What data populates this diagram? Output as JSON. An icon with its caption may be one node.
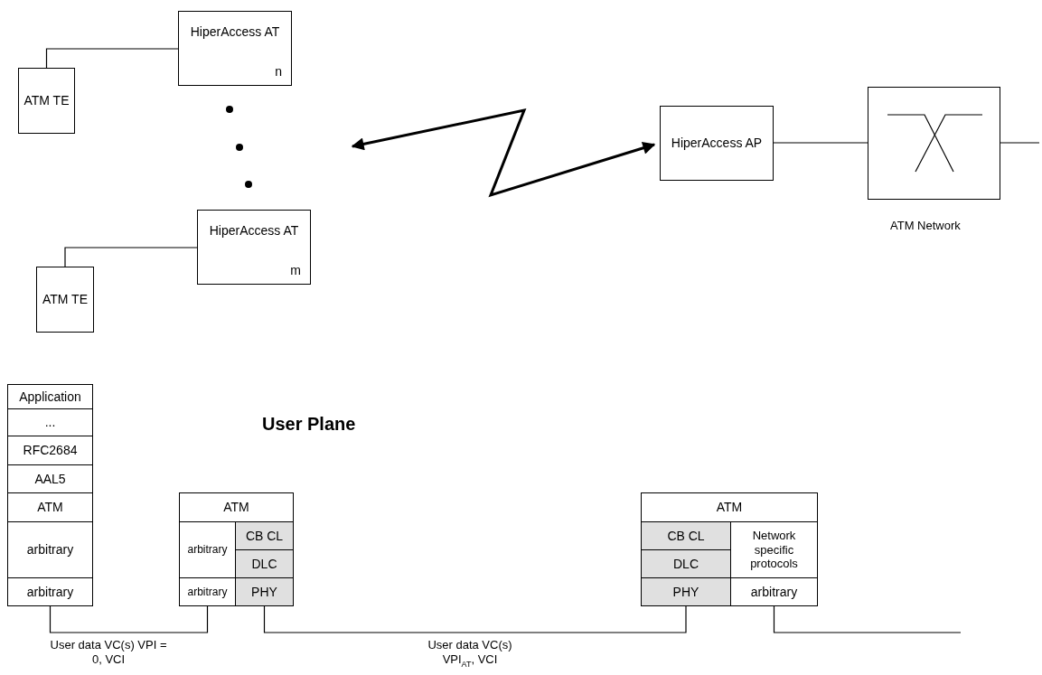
{
  "diagram": {
    "title": "User Plane",
    "nodes": [
      {
        "text": [
          "HiperAccess AT",
          "n"
        ]
      },
      {
        "text": [
          "ATM TE"
        ]
      },
      {
        "text": [
          "HiperAccess AT",
          "m"
        ]
      },
      {
        "text": [
          "ATM TE"
        ]
      },
      {
        "text": [
          "HiperAccess AP"
        ]
      },
      {
        "text": [],
        "shape": "box",
        "beside": [
          "ATM Network"
        ]
      },
      {
        "text": [
          "Application"
        ]
      },
      {
        "text": [
          "..."
        ]
      },
      {
        "text": [
          "RFC2684"
        ]
      },
      {
        "text": [
          "AAL5"
        ]
      },
      {
        "text": [
          "ATM"
        ]
      },
      {
        "text": [
          "arbitrary"
        ]
      },
      {
        "text": [
          "arbitrary"
        ]
      },
      {
        "text": [
          "ATM"
        ]
      },
      {
        "text": [
          "arbitrary"
        ]
      },
      {
        "text": [
          "CB CL"
        ]
      },
      {
        "text": [
          "DLC"
        ]
      },
      {
        "text": [
          "arbitrary"
        ]
      },
      {
        "text": [
          "PHY"
        ]
      },
      {
        "text": [
          "ATM"
        ]
      },
      {
        "text": [
          "CB CL"
        ]
      },
      {
        "text": [
          "Network specific protocols"
        ]
      },
      {
        "text": [
          "DLC"
        ]
      },
      {
        "text": [
          "PHY"
        ]
      },
      {
        "text": [
          "arbitrary"
        ]
      }
    ],
    "edges": [
      {
        "from": 1,
        "to": 0,
        "arrow": "none"
      },
      {
        "from": 3,
        "to": 2,
        "arrow": "none"
      },
      {
        "from": null,
        "to": 4,
        "arrow": "both",
        "style": "thick"
      },
      {
        "from": 4,
        "to": 5,
        "arrow": "none"
      },
      {
        "from": 5,
        "to": null,
        "arrow": "none"
      },
      {
        "from": 12,
        "to": 17,
        "arrow": "none",
        "label": "User data VC(s) VPI = 0, VCI"
      },
      {
        "from": 18,
        "to": 23,
        "arrow": "none",
        "label": "User data VC(s) VPI$_{AT}$, VCI"
      },
      {
        "from": 24,
        "to": null,
        "arrow": "none"
      }
    ]
  }
}
